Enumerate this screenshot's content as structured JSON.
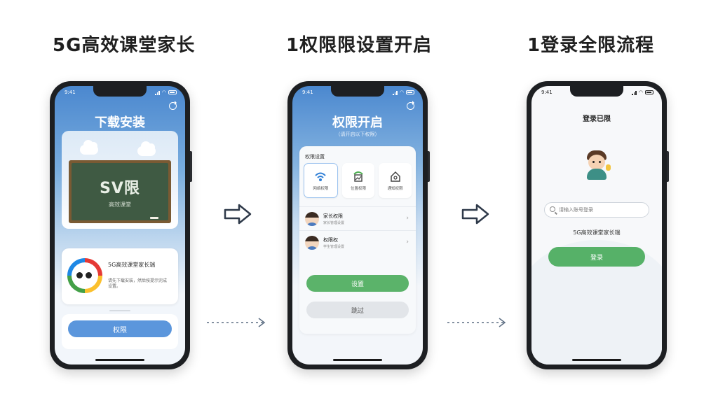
{
  "steps": [
    {
      "title": "5G高效课堂家长",
      "screen_title": "下载安装",
      "status_time": "9:41",
      "board_text": "SV限",
      "board_subtext": "高效课堂",
      "info_title": "5G高效课堂家长端",
      "info_desc": "请先下载安装，然后按提示完成设置。",
      "button_label": "权限"
    },
    {
      "title": "1权限限设置开启",
      "screen_title": "权限开启",
      "status_time": "9:41",
      "subtitle": "（请开启以下权限）",
      "card_label": "权限设置",
      "tiles": [
        {
          "label": "网络权限",
          "icon": "wifi-icon"
        },
        {
          "label": "位置权限",
          "icon": "chart-icon"
        },
        {
          "label": "通知权限",
          "icon": "home-icon"
        }
      ],
      "list": [
        {
          "title": "家长权限",
          "desc": "家长管理设置"
        },
        {
          "title": "权限权",
          "desc": "学生管理设置"
        }
      ],
      "primary_button": "设置",
      "secondary_button": "跳过"
    },
    {
      "title": "1登录全限流程",
      "screen_title": "登录已限",
      "status_time": "9:41",
      "search_placeholder": "请输入账号登录",
      "info_text": "5G高效课堂家长端",
      "button_label": "登录"
    }
  ],
  "colors": {
    "blue_header": "#4b88cf",
    "primary_blue": "#5b96dc",
    "primary_green": "#56b168",
    "frame": "#1d1f22"
  }
}
